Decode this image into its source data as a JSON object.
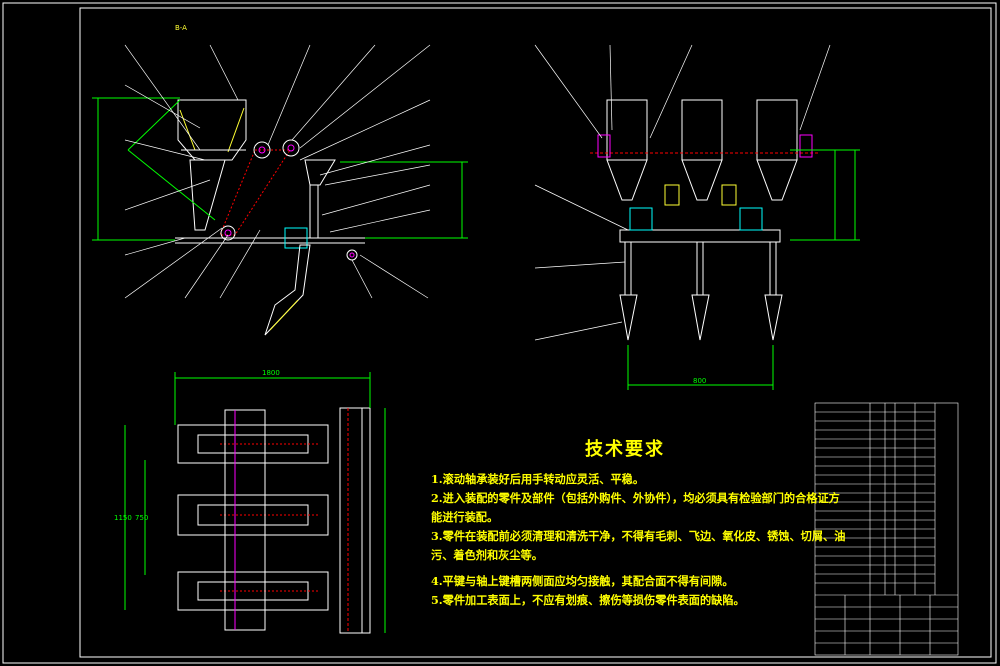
{
  "drawing": {
    "colors": {
      "background": "#000000",
      "frame": "#ffffff",
      "outline": "#ffffff",
      "dimension": "#00ff00",
      "leader": "#ffffff",
      "chain": "#ff0000",
      "hatch": "#ffff00",
      "center_mark": "#ff00ff",
      "notes_text": "#ffff00"
    },
    "side_view": {
      "view_label": "B-A"
    },
    "front_view": {
      "bottom_dimension": "800"
    },
    "top_view": {
      "top_dimension": "1800",
      "left_dimension": "1150",
      "inner_dimension": "750"
    },
    "notes": {
      "title": "技术要求",
      "items": [
        "1.滚动轴承装好后用手转动应灵活、平稳。",
        "2.进入装配的零件及部件（包括外购件、外协件），均必须具有检验部门的合格证方",
        "  能进行装配。",
        "3.零件在装配前必须清理和清洗干净，不得有毛刺、飞边、氧化皮、锈蚀、切屑、油",
        "  污、着色剂和灰尘等。",
        "4.平键与轴上键槽两侧面应均匀接触，其配合面不得有间隙。",
        "5.零件加工表面上，不应有划痕、擦伤等损伤零件表面的缺陷。"
      ]
    }
  }
}
